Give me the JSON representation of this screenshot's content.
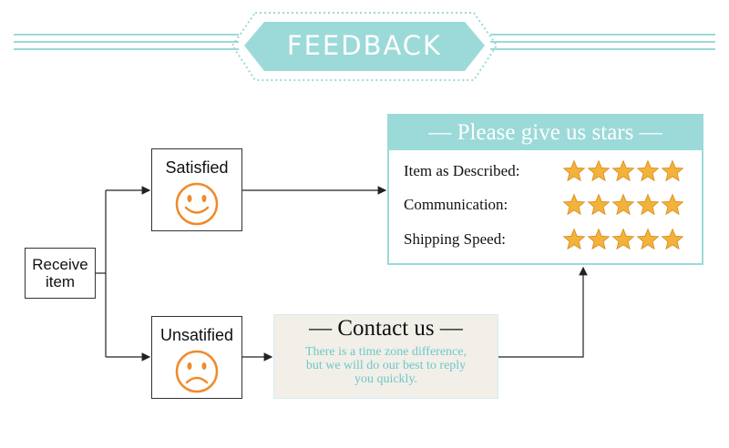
{
  "banner": {
    "title": "FEEDBACK"
  },
  "flow": {
    "start": {
      "line1": "Receive",
      "line2": "item"
    },
    "satisfied": {
      "label": "Satisfied",
      "icon": "smiley-face-icon"
    },
    "unsatisfied": {
      "label": "Unsatified",
      "icon": "sad-face-icon"
    }
  },
  "stars_panel": {
    "title": "— Please give us  stars —",
    "rows": [
      {
        "label": "Item as Described:",
        "stars": 5
      },
      {
        "label": "Communication:",
        "stars": 5
      },
      {
        "label": "Shipping Speed:",
        "stars": 5
      }
    ]
  },
  "contact_panel": {
    "title": "— Contact us —",
    "lines": [
      "There is a time zone difference,",
      "but we will do our best to reply",
      "you quickly."
    ]
  },
  "colors": {
    "accent": "#9bdad8",
    "face": "#f08a2c",
    "star": "#f3b23a",
    "contact_bg": "#f1efe8",
    "contact_text": "#6fc7c9"
  }
}
